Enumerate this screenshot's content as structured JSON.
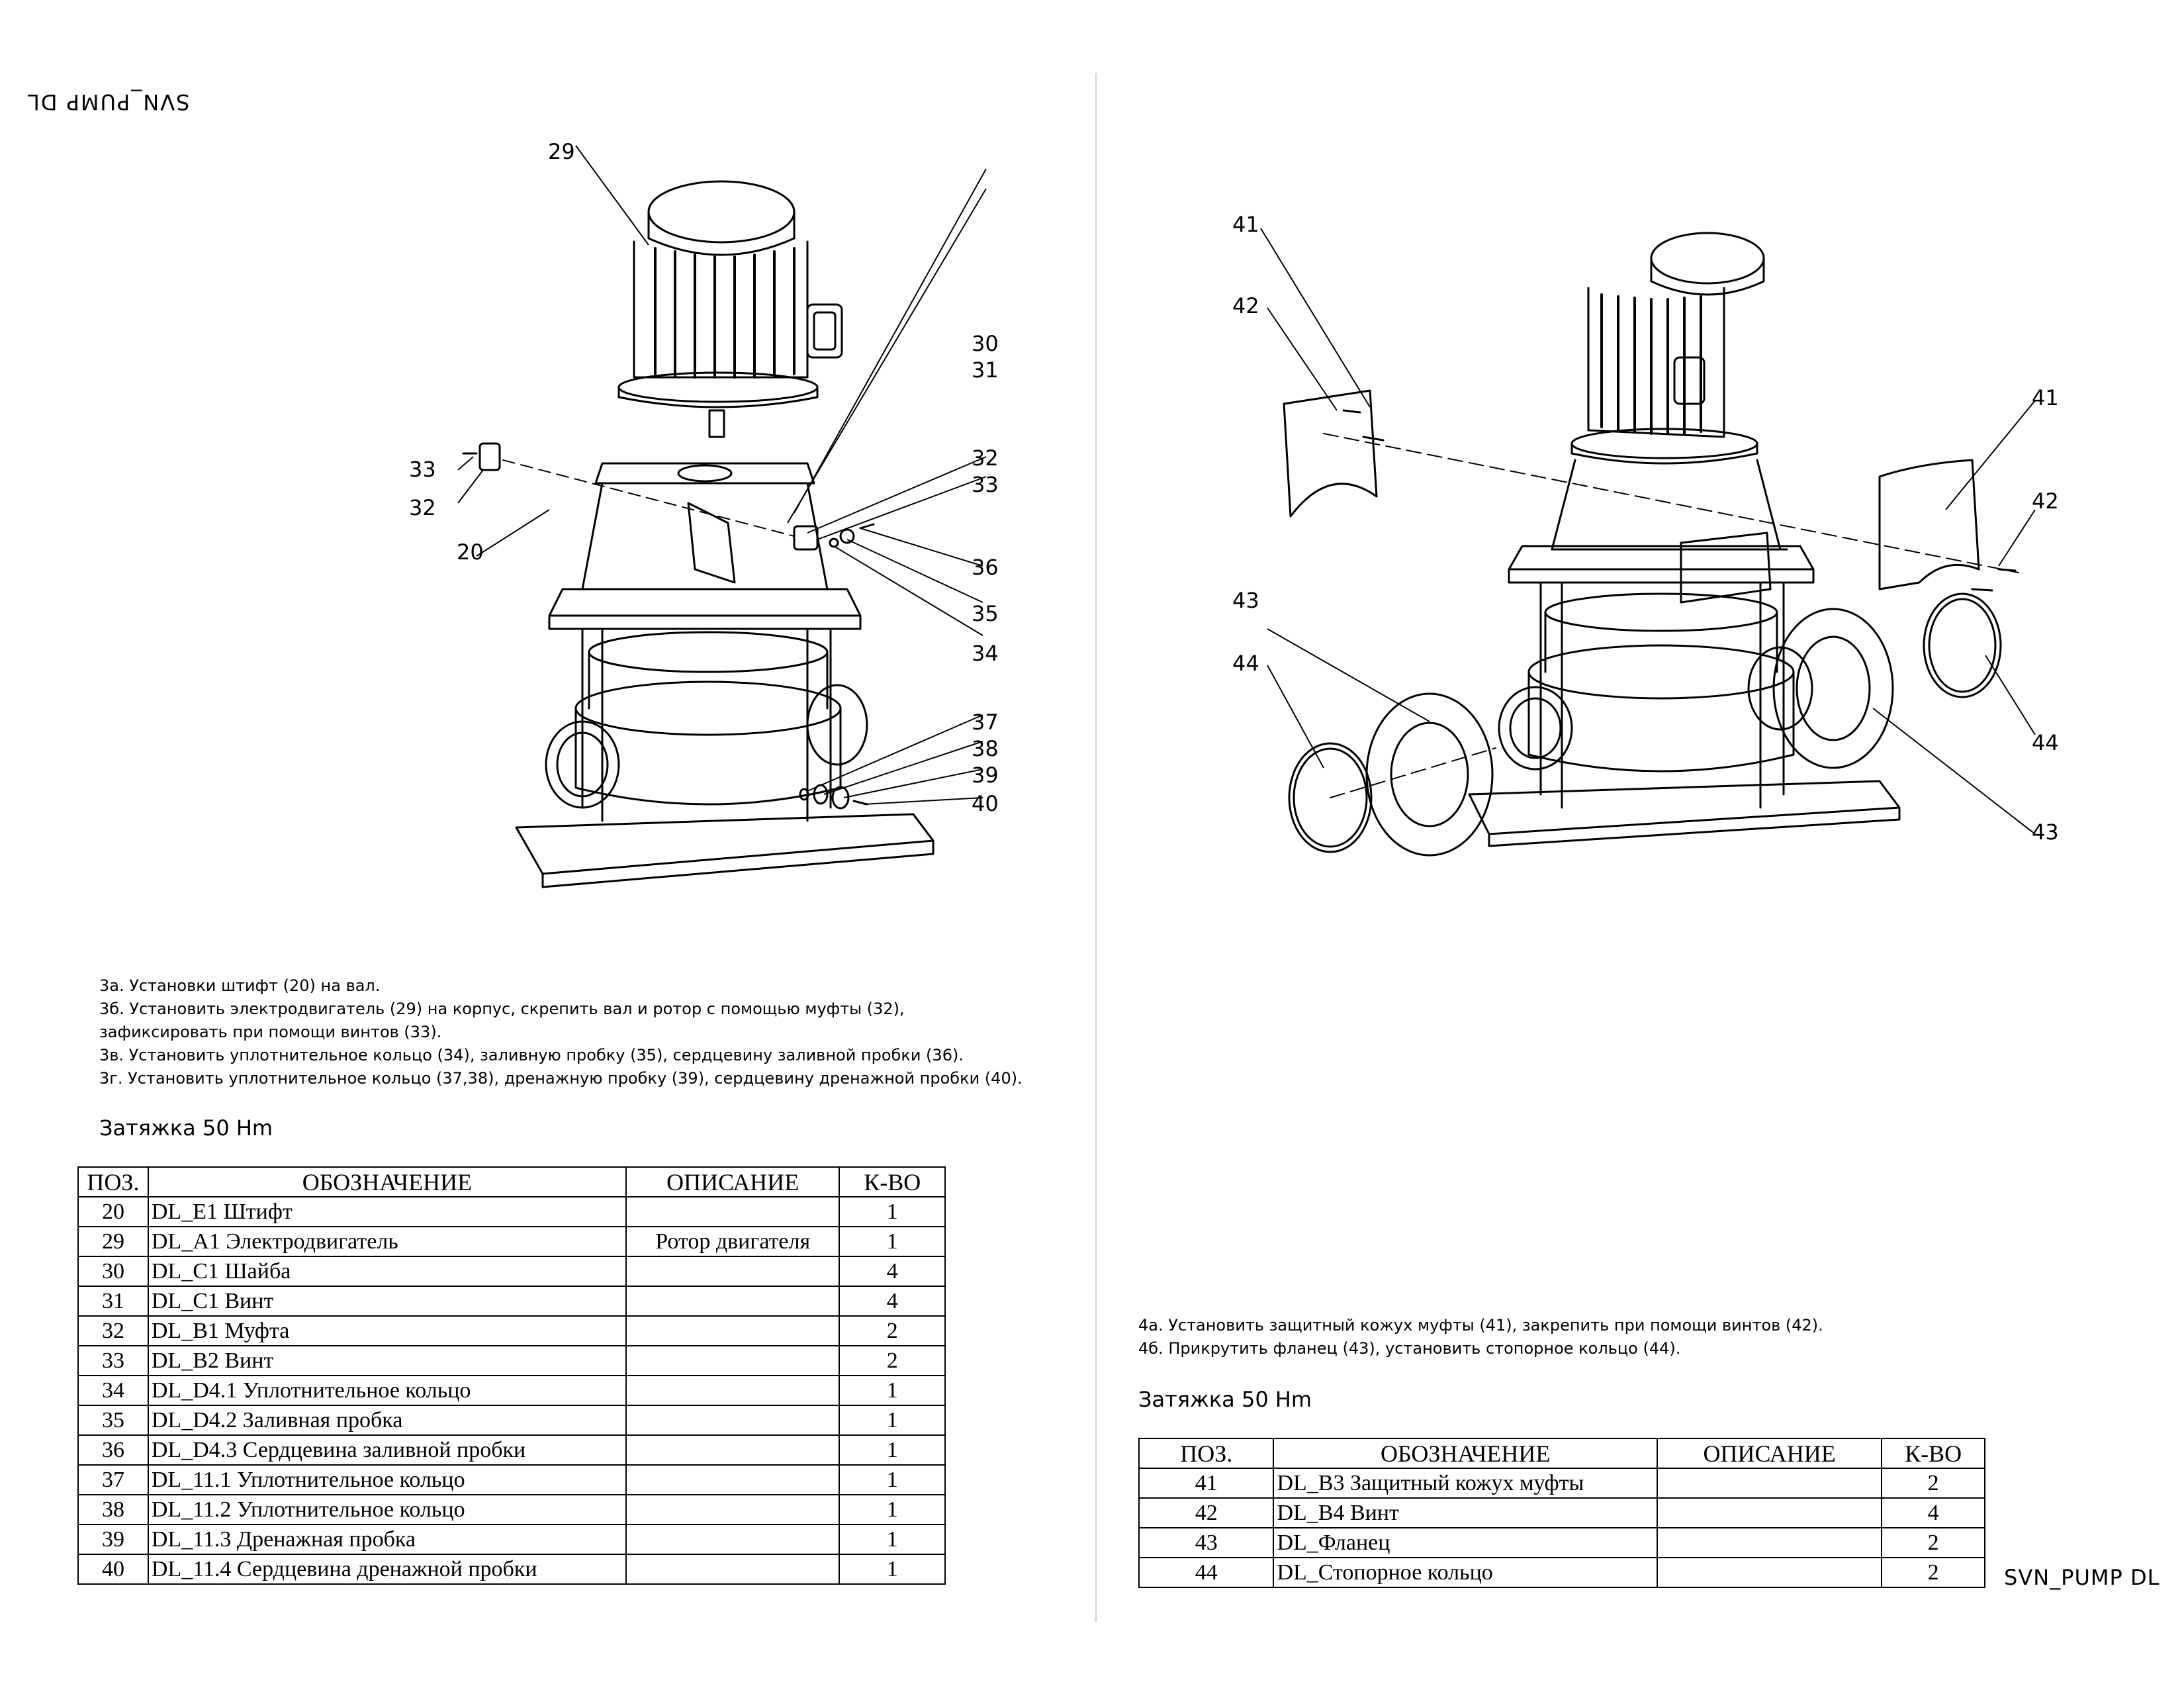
{
  "header": {
    "title_mirrored": "SVN_PUMP DL",
    "title_corner": "SVN_PUMP DL"
  },
  "left": {
    "callouts": [
      "29",
      "30",
      "31",
      "33",
      "32",
      "32",
      "33",
      "20",
      "36",
      "35",
      "34",
      "37",
      "38",
      "39",
      "40"
    ],
    "instructions": [
      "3а. Установки штифт (20) на вал.",
      "3б. Установить электродвигатель (29) на корпус, скрепить вал и ротор с помощью муфты (32),",
      "зафиксировать при помощи винтов (33).",
      "3в. Установить уплотнительное кольцо (34), заливную пробку (35), сердцевину заливной пробки (36).",
      "3г. Установить уплотнительное кольцо (37,38), дренажную пробку (39), сердцевину дренажной пробки (40)."
    ],
    "torque": "Затяжка 50 Нm",
    "table": {
      "headers": [
        "ПОЗ.",
        "ОБОЗНАЧЕНИЕ",
        "ОПИСАНИЕ",
        "К-ВО"
      ],
      "rows": [
        {
          "pos": "20",
          "name": "DL_E1 Штифт",
          "desc": "",
          "qty": "1"
        },
        {
          "pos": "29",
          "name": "DL_A1 Электродвигатель",
          "desc": "Ротор двигателя",
          "qty": "1"
        },
        {
          "pos": "30",
          "name": "DL_C1 Шайба",
          "desc": "",
          "qty": "4"
        },
        {
          "pos": "31",
          "name": "DL_C1 Винт",
          "desc": "",
          "qty": "4"
        },
        {
          "pos": "32",
          "name": "DL_B1 Муфта",
          "desc": "",
          "qty": "2"
        },
        {
          "pos": "33",
          "name": "DL_B2 Винт",
          "desc": "",
          "qty": "2"
        },
        {
          "pos": "34",
          "name": "DL_D4.1 Уплотнительное кольцо",
          "desc": "",
          "qty": "1"
        },
        {
          "pos": "35",
          "name": "DL_D4.2 Заливная пробка",
          "desc": "",
          "qty": "1"
        },
        {
          "pos": "36",
          "name": "DL_D4.3 Сердцевина заливной пробки",
          "desc": "",
          "qty": "1"
        },
        {
          "pos": "37",
          "name": "DL_11.1 Уплотнительное кольцо",
          "desc": "",
          "qty": "1"
        },
        {
          "pos": "38",
          "name": "DL_11.2 Уплотнительное кольцо",
          "desc": "",
          "qty": "1"
        },
        {
          "pos": "39",
          "name": "DL_11.3 Дренажная пробка",
          "desc": "",
          "qty": "1"
        },
        {
          "pos": "40",
          "name": "DL_11.4 Сердцевина дренажной пробки",
          "desc": "",
          "qty": "1"
        }
      ]
    }
  },
  "right": {
    "callouts": [
      "41",
      "42",
      "41",
      "42",
      "43",
      "44",
      "44",
      "43"
    ],
    "instructions": [
      "4а. Установить защитный кожух муфты (41), закрепить при помощи винтов (42).",
      "4б. Прикрутить фланец (43), установить стопорное кольцо (44)."
    ],
    "torque": "Затяжка 50 Нm",
    "table": {
      "headers": [
        "ПОЗ.",
        "ОБОЗНАЧЕНИЕ",
        "ОПИСАНИЕ",
        "К-ВО"
      ],
      "rows": [
        {
          "pos": "41",
          "name": "DL_B3 Защитный кожух муфты",
          "desc": "",
          "qty": "2"
        },
        {
          "pos": "42",
          "name": "DL_B4 Винт",
          "desc": "",
          "qty": "4"
        },
        {
          "pos": "43",
          "name": "DL_Фланец",
          "desc": "",
          "qty": "2"
        },
        {
          "pos": "44",
          "name": "DL_Стопорное кольцо",
          "desc": "",
          "qty": "2"
        }
      ]
    }
  }
}
